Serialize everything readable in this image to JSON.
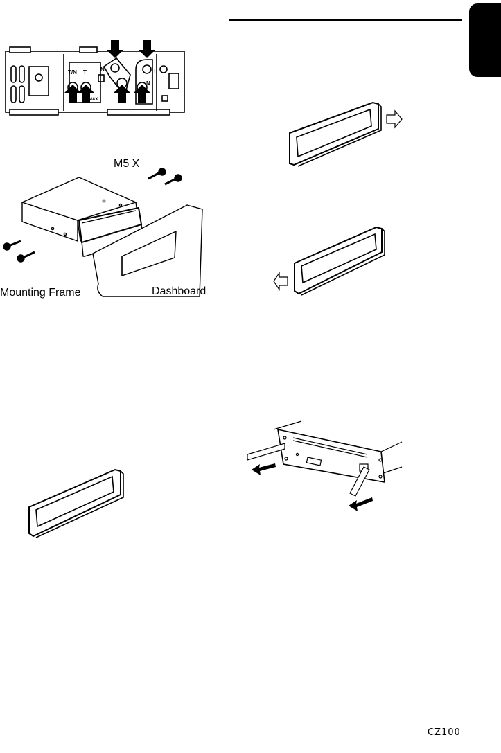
{
  "diagram_1": {
    "labels": [
      "T/N",
      "T",
      "N",
      "T",
      "N",
      "MAX"
    ]
  },
  "diagram_2": {
    "screw_label": "M5 X",
    "frame_label": "Mounting Frame",
    "dashboard_label": "Dashboard"
  },
  "footer": {
    "model": "CZ100"
  }
}
